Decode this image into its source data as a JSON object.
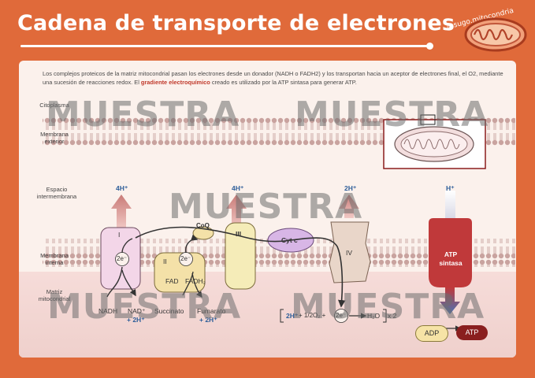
{
  "header": {
    "title": "Cadena de transporte de electrones",
    "handle": "@sugo.mitocondria"
  },
  "intro": {
    "text_before": "Los complejos proteicos de la matriz mitocondrial pasan los electrones desde un donador (NADH o FADH2) y los transportan hacia un aceptor de electrones final, el O2, mediante una sucesión de reacciones redox. El ",
    "highlight": "gradiente electroquímico",
    "text_after": " creado es utilizado por la ATP sintasa para generar ATP."
  },
  "zones": {
    "citoplasma": "Citoplasma",
    "membrana_exterior": "Membrana exterior",
    "espacio": "Espacio intermembrana",
    "membrana_interna": "Membrana interna",
    "matriz": "Matriz mitocondrial"
  },
  "watermark": "MUESTRA",
  "protons": {
    "c1": "4H⁺",
    "c3": "4H⁺",
    "c4": "2H⁺",
    "atp": "H⁺"
  },
  "complexes": {
    "c1": "I",
    "c2": "II",
    "c3": "III",
    "c4": "IV",
    "coq": "CoQ",
    "cytc": "Cyt c",
    "atp_sintasa": "ATP sintasa",
    "electrons": "2e⁻"
  },
  "matrix_labels": {
    "nadh": "NADH",
    "nad": "NAD⁺",
    "nad_h": "+ 2H⁺",
    "fad": "FAD",
    "fadh2": "FADH₂",
    "succinato": "Succinato",
    "fumarato": "Fumarato",
    "fumarato_h": "+ 2H⁺",
    "eq_2h": "2H⁺",
    "eq_o2": "+ 1/2O₂ +",
    "eq_h2o": "H₂O",
    "eq_x2": "x 2",
    "adp": "ADP",
    "atp": "ATP"
  },
  "colors": {
    "background": "#e06a3a",
    "card": "#fbf1ec",
    "accent": "#c0392b",
    "proton_blue": "#2e5e99",
    "atp_sintasa": "#c0393a",
    "cytc": "#d8b6e6",
    "c1": "#f3d6e8",
    "c2": "#f4e1a8",
    "c3": "#f5ecb8",
    "c4": "#e9d6c9"
  }
}
